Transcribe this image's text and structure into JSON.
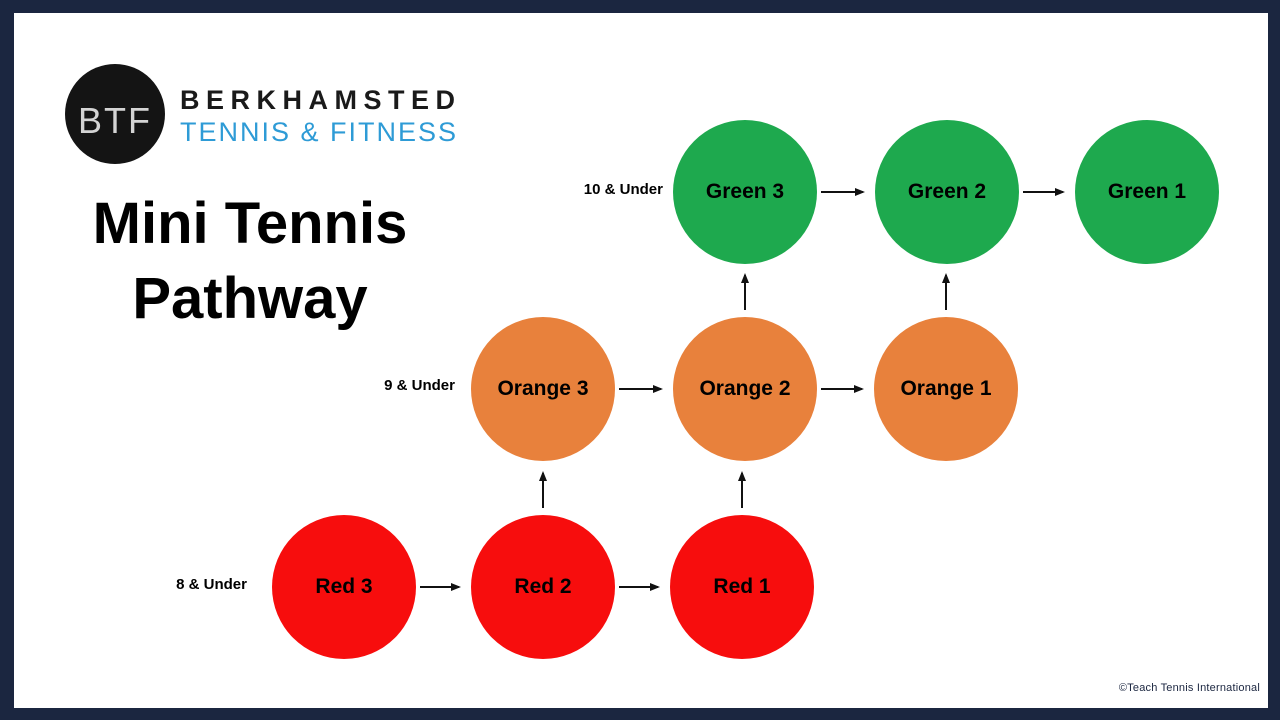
{
  "frame": {
    "border_color": "#1B2640",
    "background": "#FFFFFF"
  },
  "logo": {
    "monogram": "BTF",
    "circle_color": "#141414",
    "line1": "BERKHAMSTED",
    "line1_color": "#1A1A1A",
    "line2": "TENNIS & FITNESS",
    "line2_color": "#2E9BD6"
  },
  "title": {
    "line1": "Mini Tennis",
    "line2": "Pathway"
  },
  "diagram": {
    "rows": [
      {
        "age_label": "10 & Under",
        "color": "#1EA94E",
        "nodes": [
          "Green 3",
          "Green 2",
          "Green 1"
        ]
      },
      {
        "age_label": "9 & Under",
        "color": "#E8813C",
        "nodes": [
          "Orange 3",
          "Orange 2",
          "Orange 1"
        ]
      },
      {
        "age_label": "8 & Under",
        "color": "#F70D0D",
        "nodes": [
          "Red 3",
          "Red 2",
          "Red 1"
        ]
      }
    ],
    "arrow_color": "#111111"
  },
  "footer": {
    "copyright": "©Teach Tennis International"
  }
}
